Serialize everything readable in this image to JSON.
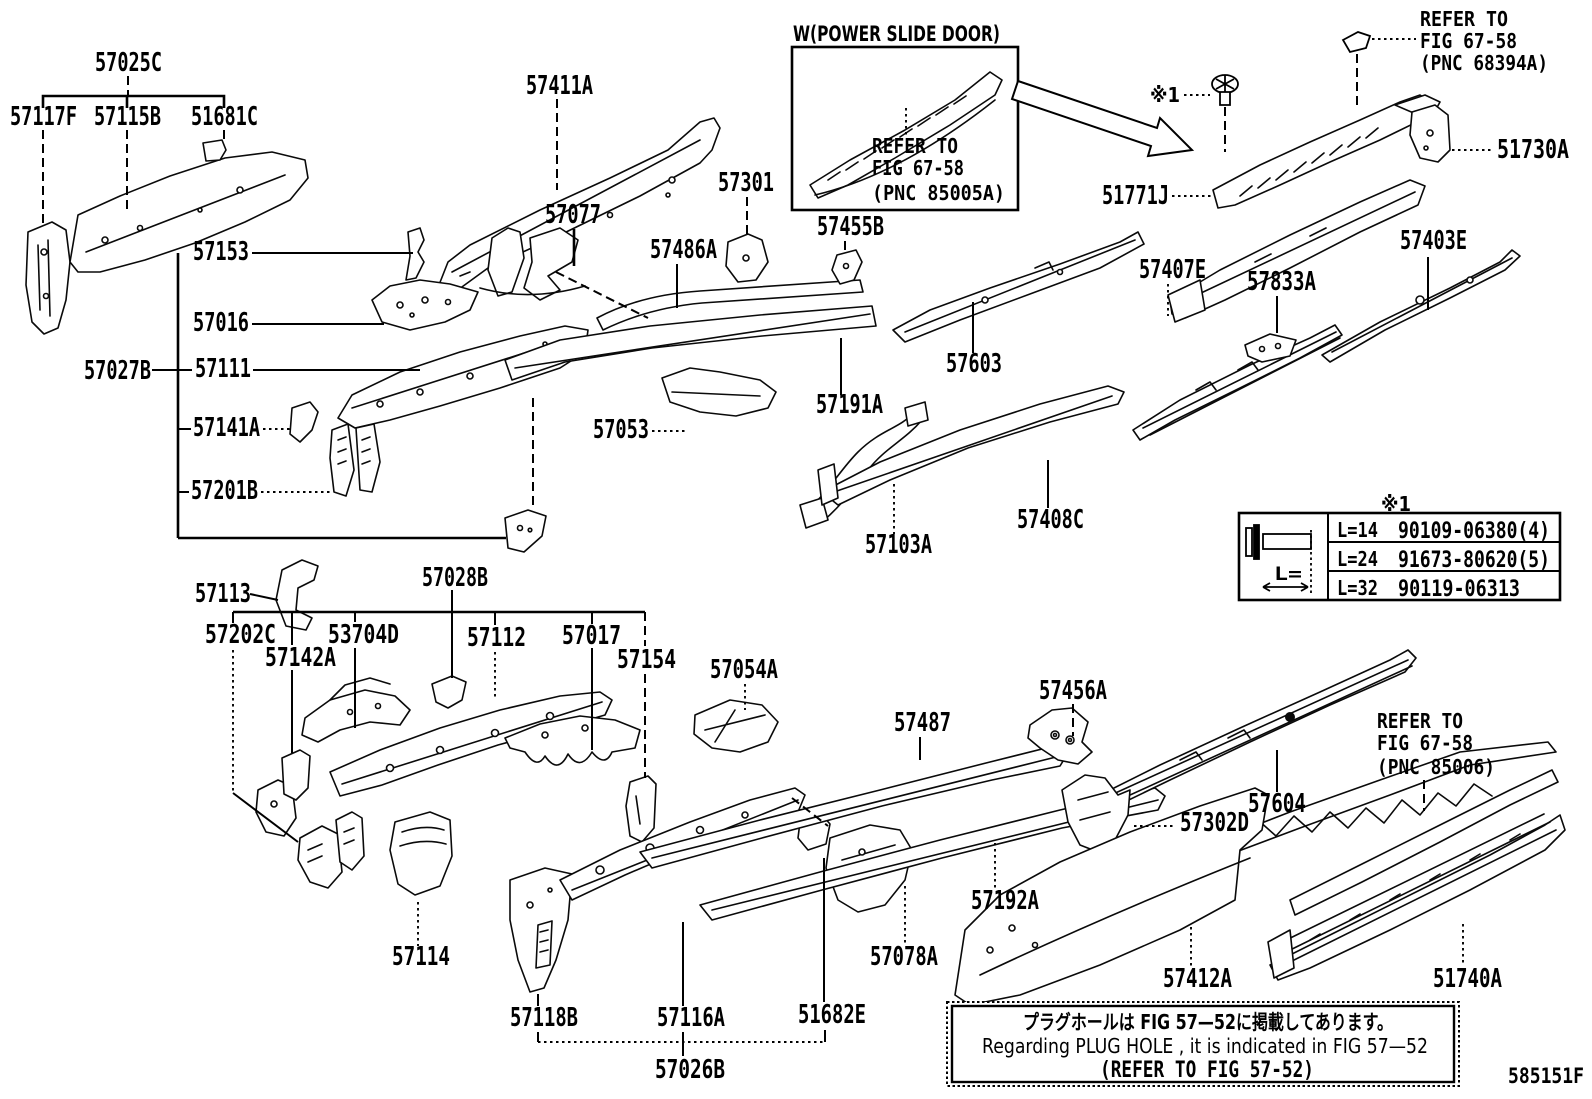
{
  "figure_code": "585151F",
  "callouts": {
    "c57025C": "57025C",
    "c57117F": "57117F",
    "c57115B": "57115B",
    "c51681C": "51681C",
    "c57411A": "57411A",
    "c57077": "57077",
    "c57301": "57301",
    "c57455B": "57455B",
    "c57486A": "57486A",
    "c57153": "57153",
    "c57016": "57016",
    "c57027B": "57027B",
    "c57111": "57111",
    "c57141A": "57141A",
    "c57201B": "57201B",
    "c57113": "57113",
    "c57053": "57053",
    "c57191A": "57191A",
    "c57603": "57603",
    "c57103A": "57103A",
    "c57408C": "57408C",
    "c51771J": "51771J",
    "c51730A": "51730A",
    "c57403E": "57403E",
    "c57407E": "57407E",
    "c57833A": "57833A",
    "c57028B": "57028B",
    "c57202C": "57202C",
    "c57142A": "57142A",
    "c53704D": "53704D",
    "c57112": "57112",
    "c57017": "57017",
    "c57154": "57154",
    "c57054A": "57054A",
    "c57487": "57487",
    "c57456A": "57456A",
    "c57604": "57604",
    "c57302D": "57302D",
    "c57192A": "57192A",
    "c57078A": "57078A",
    "c57114": "57114",
    "c57118B": "57118B",
    "c57116A": "57116A",
    "c51682E": "51682E",
    "c57026B": "57026B",
    "c57412A": "57412A",
    "c51740A": "51740A"
  },
  "notes": {
    "power_slide_door": {
      "title": "W(POWER SLIDE DOOR)",
      "lines": [
        "REFER TO",
        "FIG 67-58",
        "(PNC 85005A)"
      ]
    },
    "top_right": {
      "lines": [
        "REFER TO",
        "FIG 67-58",
        "(PNC 68394A)"
      ]
    },
    "mid_right": {
      "lines": [
        "REFER TO",
        "FIG 67-58",
        "(PNC 85006)"
      ]
    },
    "asterisk_marker": "※1"
  },
  "bolt_table": {
    "marker": "※1",
    "length_symbol": "L=",
    "rows": [
      {
        "length": "L=14",
        "part_no": "90109-06380(4)"
      },
      {
        "length": "L=24",
        "part_no": "91673-80620(5)"
      },
      {
        "length": "L=32",
        "part_no": "90119-06313"
      }
    ]
  },
  "plug_hole_note": {
    "jp": "プラグホールは FIG 57—52に掲載してあります。",
    "en": "Regarding PLUG HOLE , it is indicated in FIG 57—52",
    "refer": "(REFER TO FIG 57-52)"
  }
}
